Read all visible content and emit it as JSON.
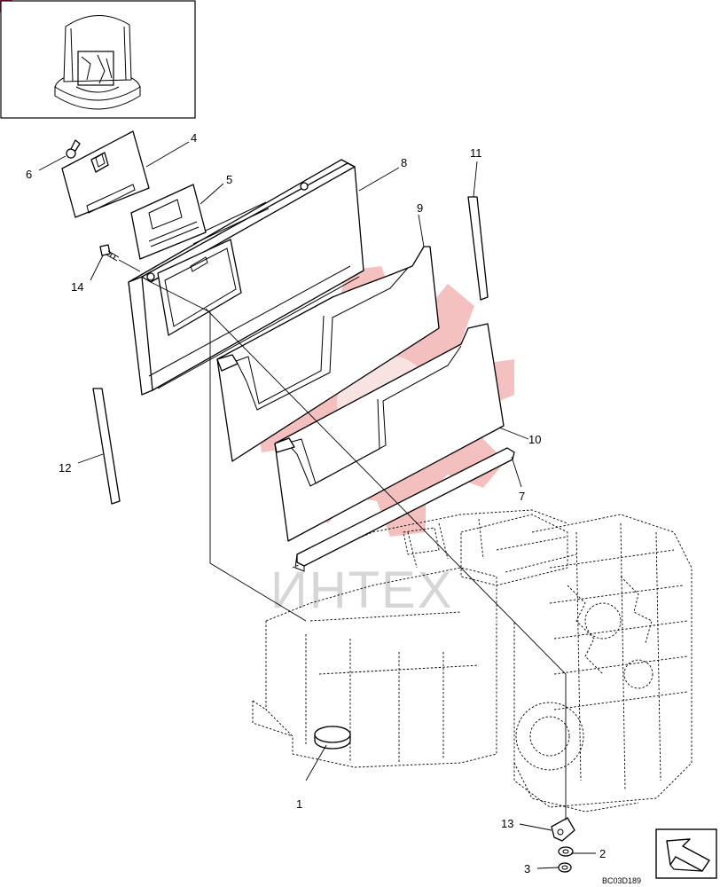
{
  "diagram": {
    "drawing_code": "BC03D189",
    "watermark_text": "ИНТЕХ",
    "callouts": [
      {
        "id": "c1",
        "label": "1"
      },
      {
        "id": "c2",
        "label": "2"
      },
      {
        "id": "c3",
        "label": "3"
      },
      {
        "id": "c4",
        "label": "4"
      },
      {
        "id": "c5",
        "label": "5"
      },
      {
        "id": "c6",
        "label": "6"
      },
      {
        "id": "c7",
        "label": "7"
      },
      {
        "id": "c8",
        "label": "8"
      },
      {
        "id": "c9",
        "label": "9"
      },
      {
        "id": "c10",
        "label": "10"
      },
      {
        "id": "c11",
        "label": "11"
      },
      {
        "id": "c12",
        "label": "12"
      },
      {
        "id": "c13",
        "label": "13"
      },
      {
        "id": "c14",
        "label": "14"
      }
    ],
    "colors": {
      "line": "#000000",
      "watermark_red": "#f2b5b5",
      "watermark_gray": "#cfcfcf",
      "badge_red": "#d6204b"
    }
  }
}
